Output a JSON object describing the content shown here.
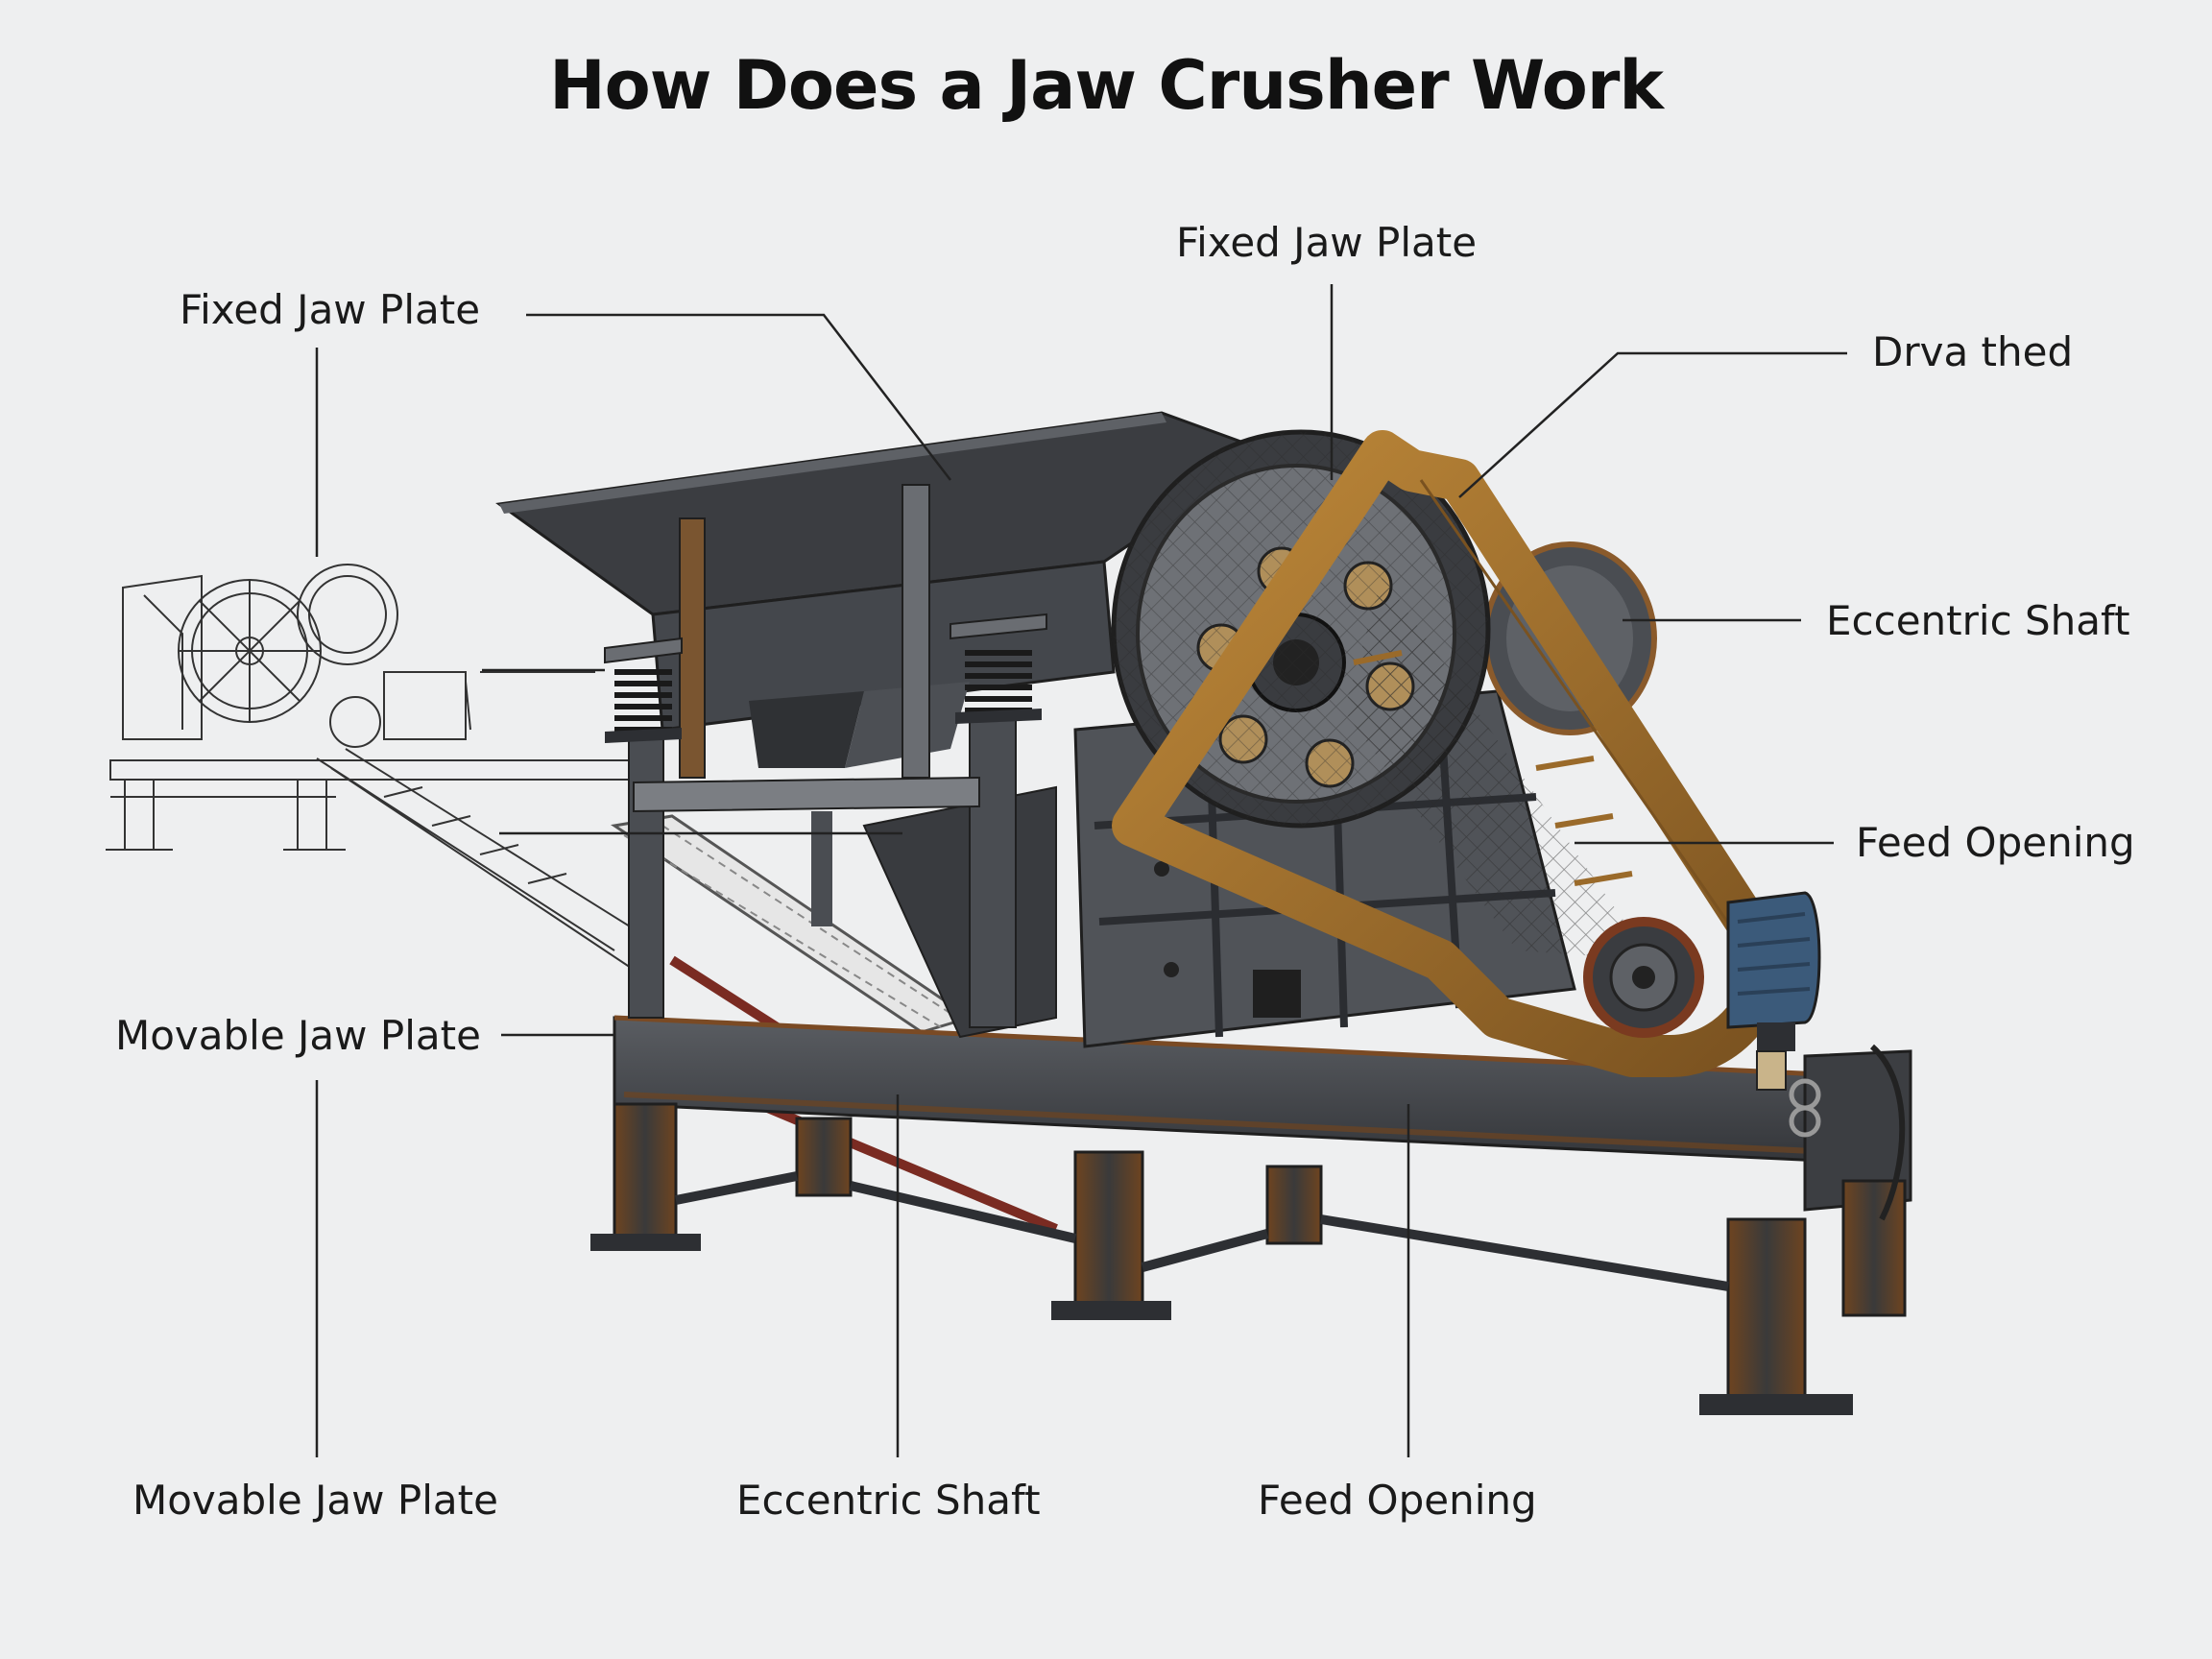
{
  "title": "How Does a Jaw Crusher Work",
  "labels": {
    "top_left": "Fixed Jaw Plate",
    "top_center": "Fixed Jaw Plate",
    "top_right": "Drva thed",
    "right_upper": "Eccentric Shaft",
    "right_lower": "Feed Opening",
    "left_middle": "Movable Jaw Plate",
    "bottom_left": "Movable Jaw Plate",
    "bottom_center": "Eccentric Shaft",
    "bottom_right": "Feed Opening"
  },
  "colors": {
    "background": "#eeeff0",
    "steel": "#4a4d52",
    "steel_dark": "#2d2f33",
    "rust": "#8a5a2b",
    "belt": "#a8772f",
    "motor": "#3b5a7a",
    "line": "#222222"
  }
}
